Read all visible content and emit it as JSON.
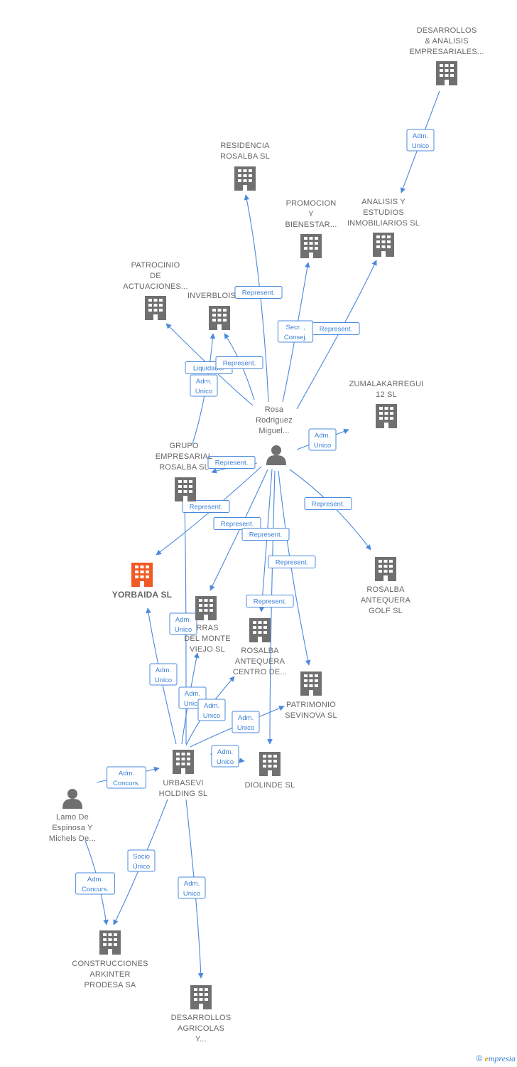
{
  "colors": {
    "edge": "#4a89dc",
    "company": "#707070",
    "focus": "#f05a24",
    "person": "#707070",
    "label": "#666666"
  },
  "nodes": [
    {
      "id": "desarrollos_analisis",
      "type": "company",
      "lines": [
        "DESARROLLOS",
        "& ANALISIS",
        "EMPRESARIALES..."
      ]
    },
    {
      "id": "residencia_rosalba",
      "type": "company",
      "lines": [
        "RESIDENCIA",
        "ROSALBA SL"
      ]
    },
    {
      "id": "promocion_bienestar",
      "type": "company",
      "lines": [
        "PROMOCION",
        "Y",
        "BIENESTAR..."
      ]
    },
    {
      "id": "analisis_estudios",
      "type": "company",
      "lines": [
        "ANALISIS Y",
        "ESTUDIOS",
        "INMOBILIARIOS SL"
      ]
    },
    {
      "id": "patrocinio",
      "type": "company",
      "lines": [
        "PATROCINIO",
        "DE",
        "ACTUACIONES..."
      ]
    },
    {
      "id": "inverblois",
      "type": "company",
      "lines": [
        "INVERBLOIS"
      ]
    },
    {
      "id": "zumalakarregui",
      "type": "company",
      "lines": [
        "ZUMALAKARREGUI",
        "12 SL"
      ]
    },
    {
      "id": "rosa",
      "type": "person",
      "lines": [
        "Rosa",
        "Rodriguez",
        "Miguel..."
      ]
    },
    {
      "id": "grupo_rosalba",
      "type": "company",
      "lines": [
        "GRUPO",
        "EMPRESARIAL",
        "ROSALBA SL"
      ]
    },
    {
      "id": "yorbaida",
      "type": "focus",
      "lines": [
        "YORBAIDA SL"
      ]
    },
    {
      "id": "rosalba_golf",
      "type": "company",
      "lines": [
        "ROSALBA",
        "ANTEQUERA",
        "GOLF SL"
      ]
    },
    {
      "id": "tierras_monte",
      "type": "company",
      "lines": [
        "RRAS",
        "DEL MONTE",
        "VIEJO SL"
      ]
    },
    {
      "id": "rosalba_centro",
      "type": "company",
      "lines": [
        "ROSALBA",
        "ANTEQUERA",
        "CENTRO DE..."
      ]
    },
    {
      "id": "patrimonio",
      "type": "company",
      "lines": [
        "PATRIMONIO",
        "SEVINOVA SL"
      ]
    },
    {
      "id": "diolinde",
      "type": "company",
      "lines": [
        "DIOLINDE SL"
      ]
    },
    {
      "id": "urbasevi",
      "type": "company",
      "lines": [
        "URBASEVI",
        "HOLDING SL"
      ]
    },
    {
      "id": "lamo",
      "type": "person",
      "lines": [
        "Lamo De",
        "Espinosa Y",
        "Michels De..."
      ]
    },
    {
      "id": "construcciones",
      "type": "company",
      "lines": [
        "CONSTRUCCIONES",
        "ARKINTER",
        "PRODESA SA"
      ]
    },
    {
      "id": "desarrollos_agricolas",
      "type": "company",
      "lines": [
        "DESARROLLOS",
        "AGRICOLAS",
        "Y..."
      ]
    }
  ],
  "relations": [
    {
      "id": "r1",
      "lines": [
        "Adm.",
        "Unico"
      ]
    },
    {
      "id": "r2",
      "lines": [
        "Represent."
      ]
    },
    {
      "id": "r3",
      "lines": [
        "Secr. ,",
        "Consej."
      ]
    },
    {
      "id": "r4",
      "lines": [
        "Represent."
      ]
    },
    {
      "id": "r5",
      "lines": [
        "Liquidador"
      ]
    },
    {
      "id": "r6",
      "lines": [
        "Represent."
      ]
    },
    {
      "id": "r7",
      "lines": [
        "Adm.",
        "Unico"
      ]
    },
    {
      "id": "r8",
      "lines": [
        "Adm.",
        "Unico"
      ]
    },
    {
      "id": "r9",
      "lines": [
        "Represent."
      ]
    },
    {
      "id": "r10",
      "lines": [
        "Represent."
      ]
    },
    {
      "id": "r11",
      "lines": [
        "Represent."
      ]
    },
    {
      "id": "r12",
      "lines": [
        "Represent."
      ]
    },
    {
      "id": "r13",
      "lines": [
        "Represent."
      ]
    },
    {
      "id": "r14",
      "lines": [
        "Represent."
      ]
    },
    {
      "id": "r15",
      "lines": [
        "Represent."
      ]
    },
    {
      "id": "r16",
      "lines": [
        "Adm.",
        "Unico"
      ]
    },
    {
      "id": "r17",
      "lines": [
        "Adm.",
        "Unico"
      ]
    },
    {
      "id": "r18",
      "lines": [
        "Adm.",
        "Unico"
      ]
    },
    {
      "id": "r19",
      "lines": [
        "Adm.",
        "Unico"
      ]
    },
    {
      "id": "r20",
      "lines": [
        "Adm.",
        "Unico"
      ]
    },
    {
      "id": "r21",
      "lines": [
        "Adm.",
        "Unico"
      ]
    },
    {
      "id": "r22",
      "lines": [
        "Adm.",
        "Concurs."
      ]
    },
    {
      "id": "r23",
      "lines": [
        "Socio",
        "Único"
      ]
    },
    {
      "id": "r24",
      "lines": [
        "Adm.",
        "Concurs."
      ]
    },
    {
      "id": "r25",
      "lines": [
        "Adm.",
        "Unico"
      ]
    }
  ],
  "footer": {
    "copyright": "©",
    "brand_initial": "e",
    "brand_rest": "mpresia"
  }
}
